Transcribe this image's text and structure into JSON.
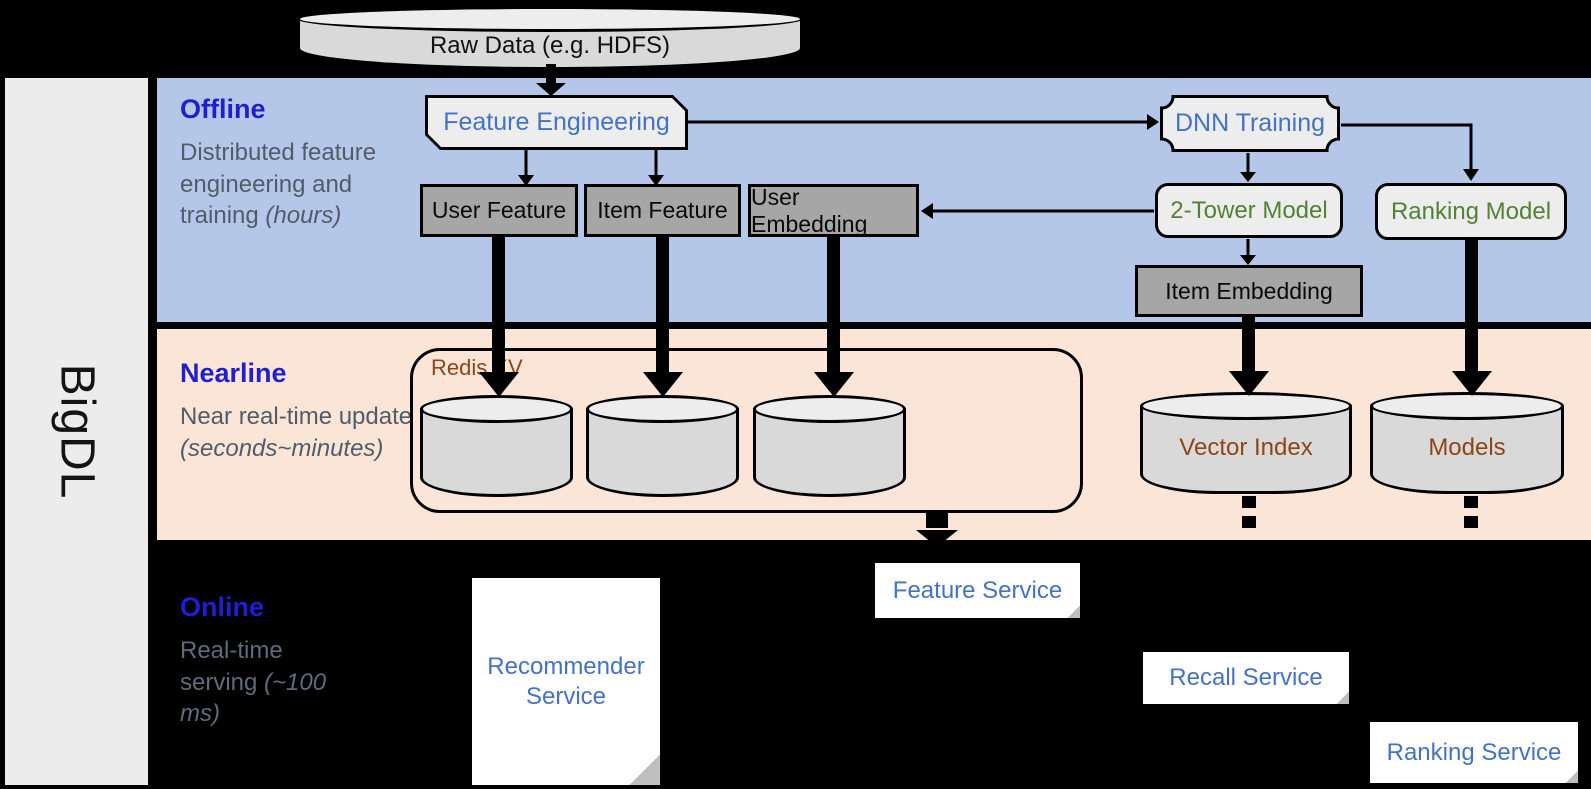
{
  "colors": {
    "background": "#000000",
    "offline_band": "#b5c7e8",
    "nearline_band": "#fbe5d6",
    "sidebar_gray": "#ececec",
    "section_title_blue": "#1f1fd0",
    "subtitle_gray": "#515c6b",
    "accent_blue": "#4472c4",
    "model_green": "#548235",
    "store_brown": "#8f4516",
    "box_gray": "#a6a6a6",
    "box_light": "#ededed",
    "cylinder_body": "#d9d9d9",
    "cylinder_top": "#ededed"
  },
  "brand": {
    "label": "BigDL"
  },
  "raw_data": {
    "label": "Raw Data (e.g. HDFS)"
  },
  "sections": {
    "offline": {
      "title": "Offline",
      "subtitle": "Distributed feature engineering and training ",
      "subtitle_italic": "(hours)"
    },
    "nearline": {
      "title": "Nearline",
      "subtitle": "Near real-time update ",
      "subtitle_italic": "(seconds~minutes)"
    },
    "online": {
      "title": "Online",
      "subtitle": "Real-time serving ",
      "subtitle_italic": "(~100 ms)"
    }
  },
  "offline": {
    "feature_engineering": "Feature Engineering",
    "dnn_training": "DNN Training",
    "user_feature": "User Feature",
    "item_feature": "Item Feature",
    "user_embedding": "User Embedding",
    "two_tower_model": "2-Tower Model",
    "ranking_model": "Ranking Model",
    "item_embedding": "Item Embedding"
  },
  "nearline": {
    "redis_kv": "Redis KV",
    "vector_index": "Vector Index",
    "models": "Models"
  },
  "online": {
    "recommender_service": "Recommender Service",
    "feature_service": "Feature Service",
    "recall_service": "Recall Service",
    "ranking_service": "Ranking Service"
  }
}
